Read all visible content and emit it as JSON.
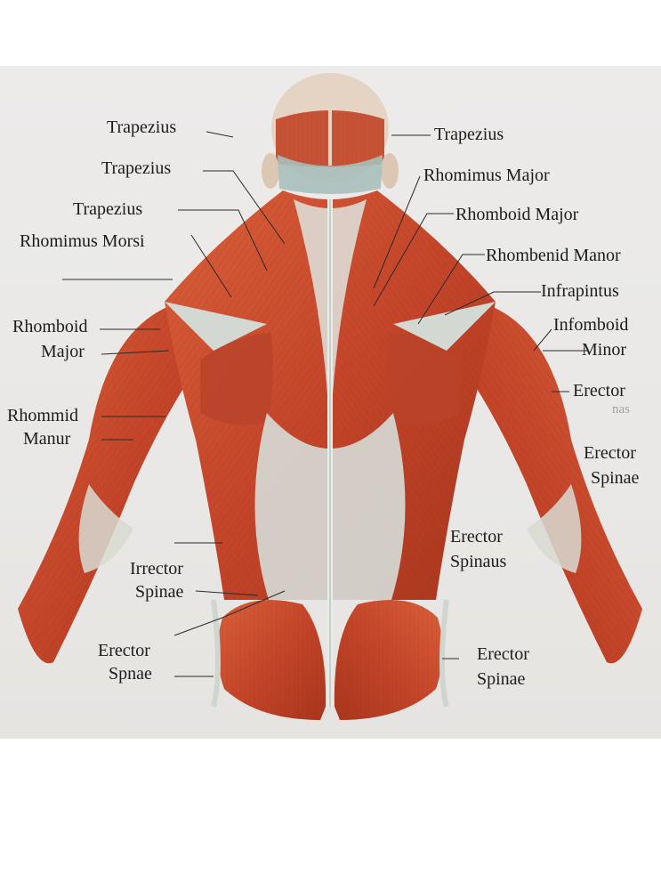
{
  "labels": {
    "left": [
      {
        "id": "l-trapezius-1",
        "text": "Trapezius"
      },
      {
        "id": "l-trapezius-2",
        "text": "Trapezius"
      },
      {
        "id": "l-trapezius-3",
        "text": "Trapezius"
      },
      {
        "id": "l-rhomimus-morsi",
        "text": "Rhomimus Morsi"
      },
      {
        "id": "l-rhomboid-major-line1",
        "text": "Rhomboid"
      },
      {
        "id": "l-rhomboid-major-line2",
        "text": "Major"
      },
      {
        "id": "l-rhommid-manur-line1",
        "text": "Rhommid"
      },
      {
        "id": "l-rhommid-manur-line2",
        "text": "Manur"
      },
      {
        "id": "l-irrector-spinae-line1",
        "text": "Irrector"
      },
      {
        "id": "l-irrector-spinae-line2",
        "text": "Spinae"
      },
      {
        "id": "l-erector-spnae-line1",
        "text": "Erector"
      },
      {
        "id": "l-erector-spnae-line2",
        "text": "Spnae"
      }
    ],
    "right": [
      {
        "id": "r-trapezius",
        "text": "Trapezius"
      },
      {
        "id": "r-rhomimus-major",
        "text": "Rhomimus Major"
      },
      {
        "id": "r-rhomboid-major",
        "text": "Rhomboid Major"
      },
      {
        "id": "r-rhombenid-manor",
        "text": "Rhombenid Manor"
      },
      {
        "id": "r-infrapintus",
        "text": "Infrapintus"
      },
      {
        "id": "r-infomboid-minor-line1",
        "text": "Infomboid"
      },
      {
        "id": "r-infomboid-minor-line2",
        "text": "Minor"
      },
      {
        "id": "r-erector-1-line1",
        "text": "Erector"
      },
      {
        "id": "r-erector-1-line2",
        "text": "nas"
      },
      {
        "id": "r-erector-spinae-1-line1",
        "text": "Erector"
      },
      {
        "id": "r-erector-spinae-1-line2",
        "text": "Spinae"
      },
      {
        "id": "r-erector-spinaus-line1",
        "text": "Erector"
      },
      {
        "id": "r-erector-spinaus-line2",
        "text": "Spinaus"
      },
      {
        "id": "r-erector-spinae-2-line1",
        "text": "Erector"
      },
      {
        "id": "r-erector-spinae-2-line2",
        "text": "Spinae"
      }
    ]
  },
  "colors": {
    "background": "#ebeae8",
    "muscle_base": "#c8482a",
    "muscle_dark": "#9a3018",
    "muscle_light": "#e27a55",
    "fascia": "#d4dcd8",
    "skin": "#e8d6c6",
    "leader_line": "#2a2a2a"
  }
}
